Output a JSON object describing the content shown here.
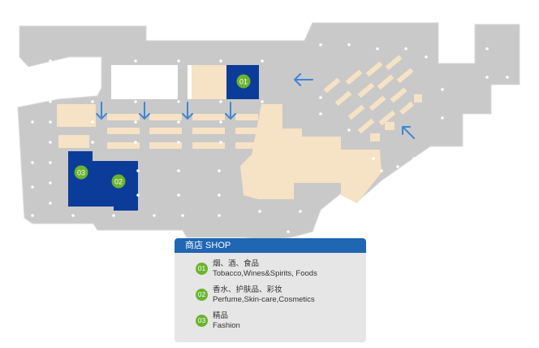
{
  "colors": {
    "floor": "#c9c9c9",
    "store_beige": "#f6e2c4",
    "zone_blue": "#0b3c99",
    "badge_green": "#6ab42d",
    "arrow_blue": "#3f86d1",
    "legend_header": "#1f66b3",
    "legend_bg": "#e6e6e6"
  },
  "icons": [
    "arrow-down-icon",
    "arrow-left-icon",
    "arrow-up-left-icon"
  ],
  "map": {
    "zones": [
      {
        "number": "01"
      },
      {
        "number": "02"
      },
      {
        "number": "03"
      }
    ]
  },
  "legend": {
    "title": "商店 SHOP",
    "items": [
      {
        "number": "01",
        "cn": "烟、酒、食品",
        "en": "Tobacco,Wines&Spirits, Foods"
      },
      {
        "number": "02",
        "cn": "香水、护肤品、彩妆",
        "en": "Perfume,Skin-care,Cosmetics"
      },
      {
        "number": "03",
        "cn": "精品",
        "en": "Fashion"
      }
    ]
  }
}
